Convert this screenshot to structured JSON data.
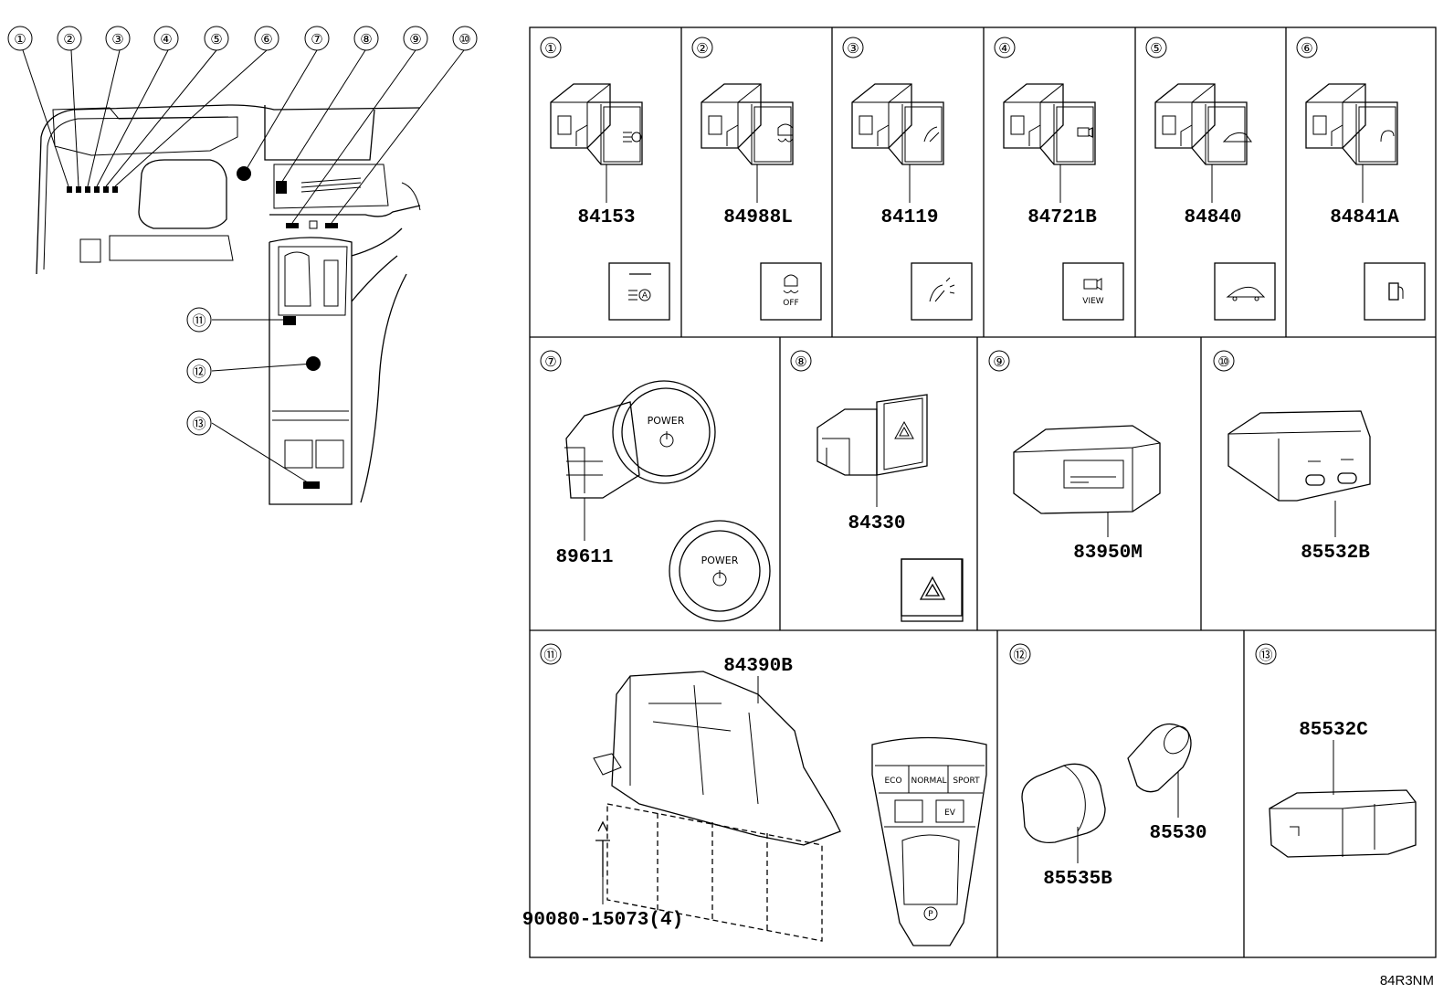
{
  "diagram_ref": "84R3NM",
  "callout_labels": [
    "①",
    "②",
    "③",
    "④",
    "⑤",
    "⑥",
    "⑦",
    "⑧",
    "⑨",
    "⑩",
    "⑪",
    "⑫",
    "⑬"
  ],
  "panels": [
    {
      "no": "①",
      "parts": [
        "84153"
      ],
      "icon": "headlamp-auto-level-icon"
    },
    {
      "no": "②",
      "parts": [
        "84988L"
      ],
      "icon": "vsc-off-icon",
      "icon_text": "OFF"
    },
    {
      "no": "③",
      "parts": [
        "84119"
      ],
      "icon": "wiper-de-icer-icon"
    },
    {
      "no": "④",
      "parts": [
        "84721B"
      ],
      "icon": "camera-view-icon",
      "icon_text": "VIEW"
    },
    {
      "no": "⑤",
      "parts": [
        "84840"
      ],
      "icon": "trunk-open-icon"
    },
    {
      "no": "⑥",
      "parts": [
        "84841A"
      ],
      "icon": "fuel-door-icon"
    },
    {
      "no": "⑦",
      "parts": [
        "89611"
      ],
      "icon": "power-button-icon",
      "icon_text": "POWER"
    },
    {
      "no": "⑧",
      "parts": [
        "84330"
      ],
      "icon": "hazard-icon"
    },
    {
      "no": "⑨",
      "parts": [
        "83950M"
      ],
      "icon": "clock-unit-icon"
    },
    {
      "no": "⑩",
      "parts": [
        "85532B"
      ],
      "icon": "usb-charge-icon"
    },
    {
      "no": "⑪",
      "parts": [
        "84390B",
        "90080-15073(4)"
      ],
      "icon": "drive-mode-panel-icon",
      "labels": [
        "ECO",
        "NORMAL",
        "SPORT",
        "EV"
      ]
    },
    {
      "no": "⑫",
      "parts": [
        "85535B",
        "85530"
      ],
      "icon": "power-outlet-icon"
    },
    {
      "no": "⑬",
      "parts": [
        "85532C"
      ],
      "icon": "usb-port-icon"
    }
  ]
}
